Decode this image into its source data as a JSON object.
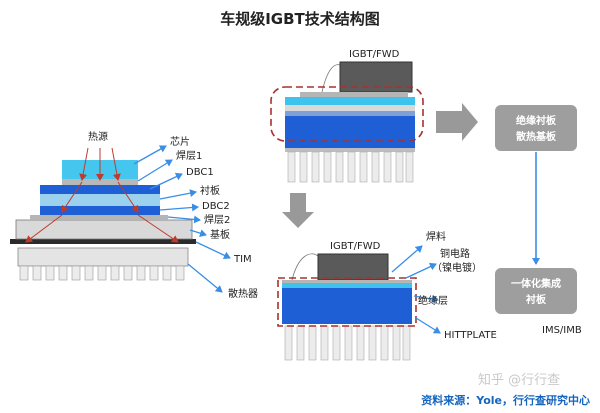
{
  "title": "车规级IGBT技术结构图",
  "left_diagram": {
    "heat_source": "热源",
    "labels": {
      "chip": "芯片",
      "solder1": "焊层1",
      "dbc1": "DBC1",
      "substrate": "衬板",
      "dbc2": "DBC2",
      "solder2": "焊层2",
      "baseplate": "基板",
      "tim": "TIM",
      "heatsink": "散热器"
    }
  },
  "top_right": {
    "chip_label": "IGBT/FWD"
  },
  "bottom_right": {
    "chip_label": "IGBT/FWD",
    "solder": "焊料",
    "copper_line1": "铜电路",
    "copper_line2": "（镍电镀）",
    "insulation": "绝缘层",
    "hittplate": "HITTPLATE"
  },
  "box1": {
    "line1": "绝缘衬板",
    "line2": "散热基板"
  },
  "box2": {
    "line1": "一体化集成",
    "line2": "衬板"
  },
  "ims": "IMS/IMB",
  "source": "资料来源：Yole，行行查研究中心",
  "watermark": "知乎 @行行查",
  "colors": {
    "blue_arrow": "#3a8ee6",
    "gray_arrow": "#999999",
    "box_gray": "#9e9e9e",
    "dashed_red": "#a8322d",
    "layer_blue": "#1e5fd6",
    "layer_cyan": "#40c4ee",
    "source_text": "#1565c0"
  }
}
